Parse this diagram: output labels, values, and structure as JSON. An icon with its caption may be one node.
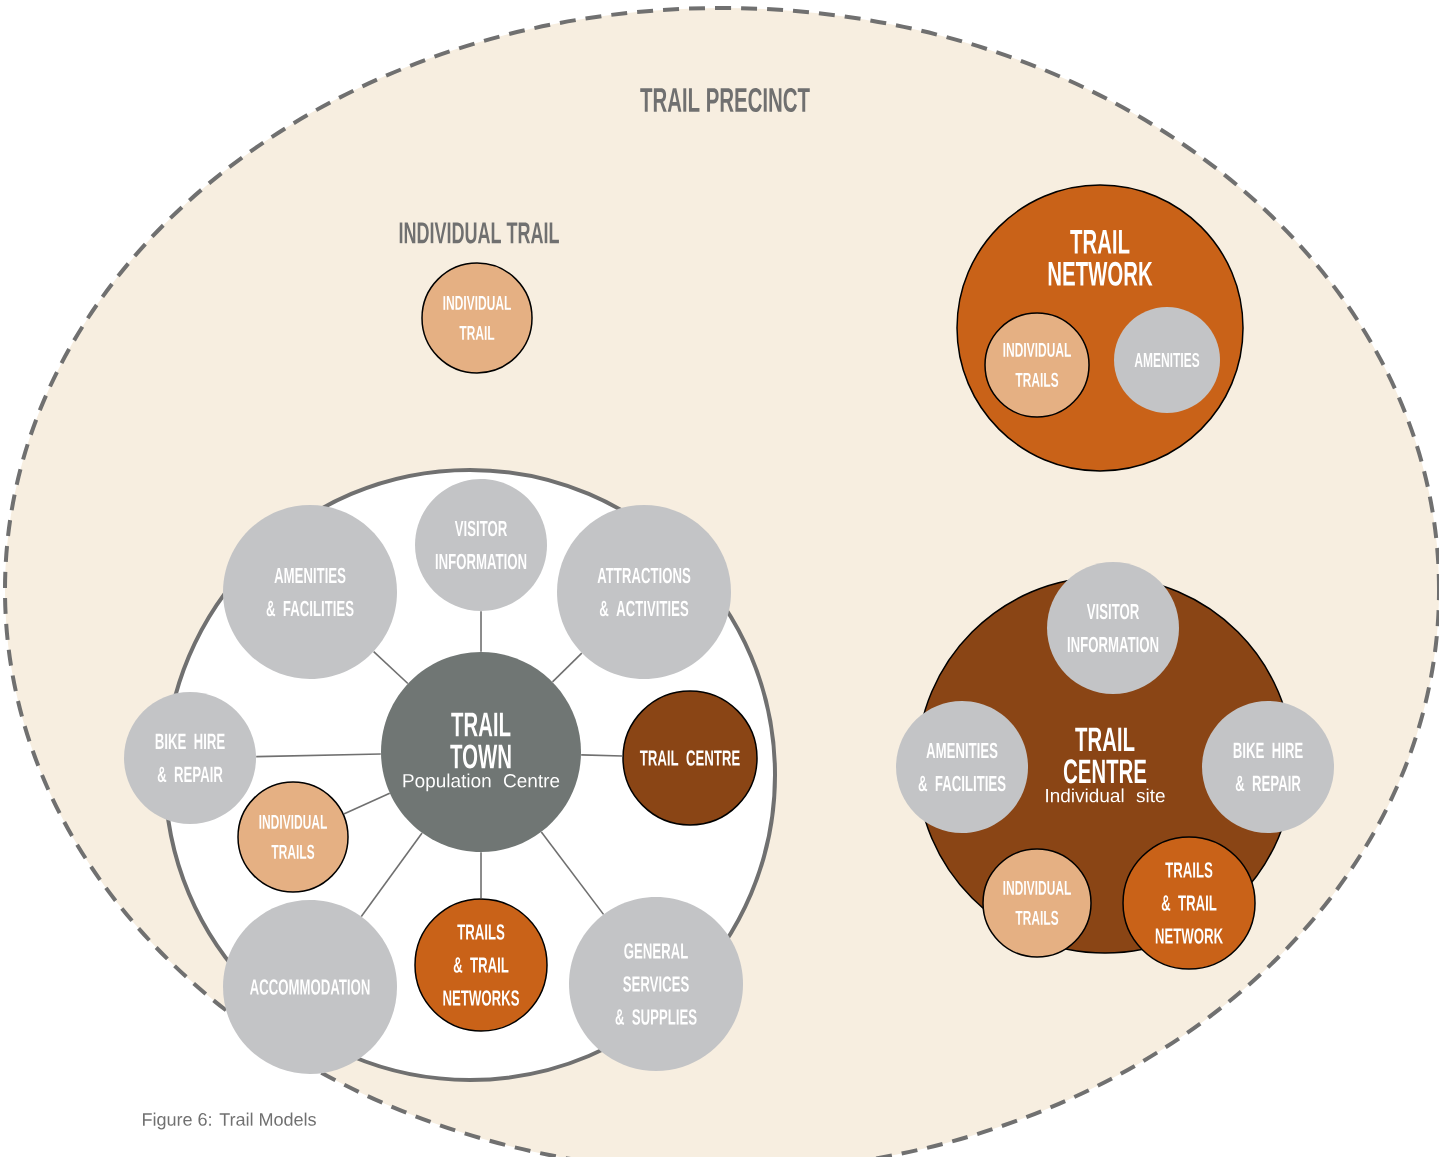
{
  "diagram": {
    "caption": "Figure 6: Trail Models",
    "nodes": [
      {
        "text": [
          "TRAIL PRECINCT"
        ]
      },
      {
        "text": [
          "INDIVIDUAL TRAIL"
        ],
        "beside": [
          "INDIVIDUAL TRAIL"
        ],
        "in": 0
      },
      {
        "text": [
          "TRAIL NETWORK"
        ],
        "in": 0
      },
      {
        "text": [
          "INDIVIDUAL TRAILS"
        ],
        "in": 2
      },
      {
        "text": [
          "AMENITIES"
        ],
        "in": 2
      },
      {
        "text": [],
        "shape": "circle",
        "in": 0
      },
      {
        "text": [
          "TRAIL TOWN",
          "Population Centre"
        ],
        "in": 5
      },
      {
        "text": [
          "VISITOR INFORMATION"
        ],
        "in": 5
      },
      {
        "text": [
          "AMENITIES & FACILITIES"
        ],
        "in": 5
      },
      {
        "text": [
          "ATTRACTIONS & ACTIVITIES"
        ],
        "in": 5
      },
      {
        "text": [
          "BIKE HIRE & REPAIR"
        ],
        "in": 0
      },
      {
        "text": [
          "TRAIL CENTRE"
        ],
        "in": 5
      },
      {
        "text": [
          "INDIVIDUAL TRAILS"
        ],
        "in": 5
      },
      {
        "text": [
          "ACCOMMODATION"
        ],
        "in": 5
      },
      {
        "text": [
          "TRAILS & TRAIL NETWORKS"
        ],
        "in": 5
      },
      {
        "text": [
          "GENERAL SERVICES & SUPPLIES"
        ],
        "in": 5
      },
      {
        "text": [
          "TRAIL CENTRE",
          "Individual site"
        ],
        "in": 0
      },
      {
        "text": [
          "VISITOR INFORMATION"
        ],
        "in": 0
      },
      {
        "text": [
          "AMENITIES & FACILITIES"
        ],
        "in": 0
      },
      {
        "text": [
          "BIKE HIRE & REPAIR"
        ],
        "in": 0
      },
      {
        "text": [
          "INDIVIDUAL TRAILS"
        ],
        "in": 16
      },
      {
        "text": [
          "TRAILS & TRAIL NETWORK"
        ],
        "in": 0
      }
    ],
    "edges": [
      {
        "from": 6,
        "to": 7,
        "arrow": "none"
      },
      {
        "from": 6,
        "to": 8,
        "arrow": "none"
      },
      {
        "from": 6,
        "to": 9,
        "arrow": "none"
      },
      {
        "from": 6,
        "to": 10,
        "arrow": "none"
      },
      {
        "from": 6,
        "to": 11,
        "arrow": "none"
      },
      {
        "from": 6,
        "to": 12,
        "arrow": "none"
      },
      {
        "from": 6,
        "to": 13,
        "arrow": "none"
      },
      {
        "from": 6,
        "to": 14,
        "arrow": "none"
      },
      {
        "from": 6,
        "to": 15,
        "arrow": "none"
      }
    ]
  }
}
